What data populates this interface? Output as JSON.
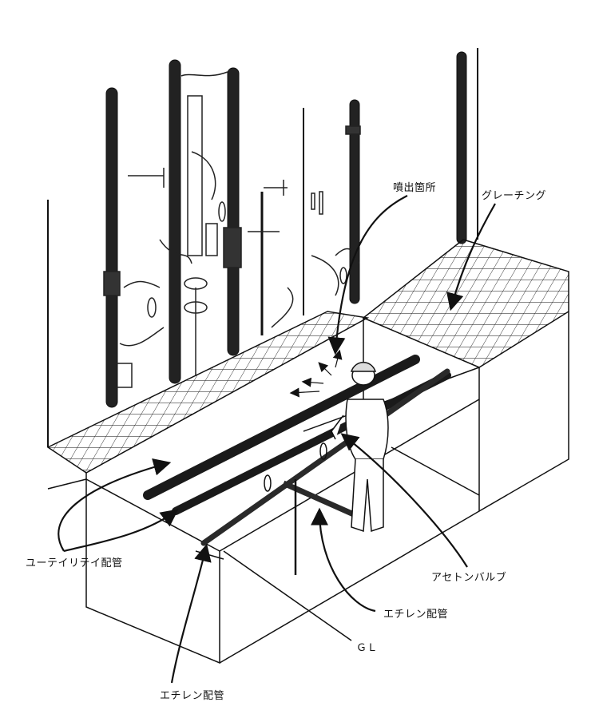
{
  "diagram": {
    "labels": {
      "ejection_point": "噴出箇所",
      "grating": "グレーチング",
      "utility_piping": "ユーテイリテイ配管",
      "acetone_valve": "アセトンバルブ",
      "ethylene_piping_right": "エチレン配管",
      "ground_level": "ＧＬ",
      "ethylene_piping_bottom": "エチレン配管"
    }
  }
}
